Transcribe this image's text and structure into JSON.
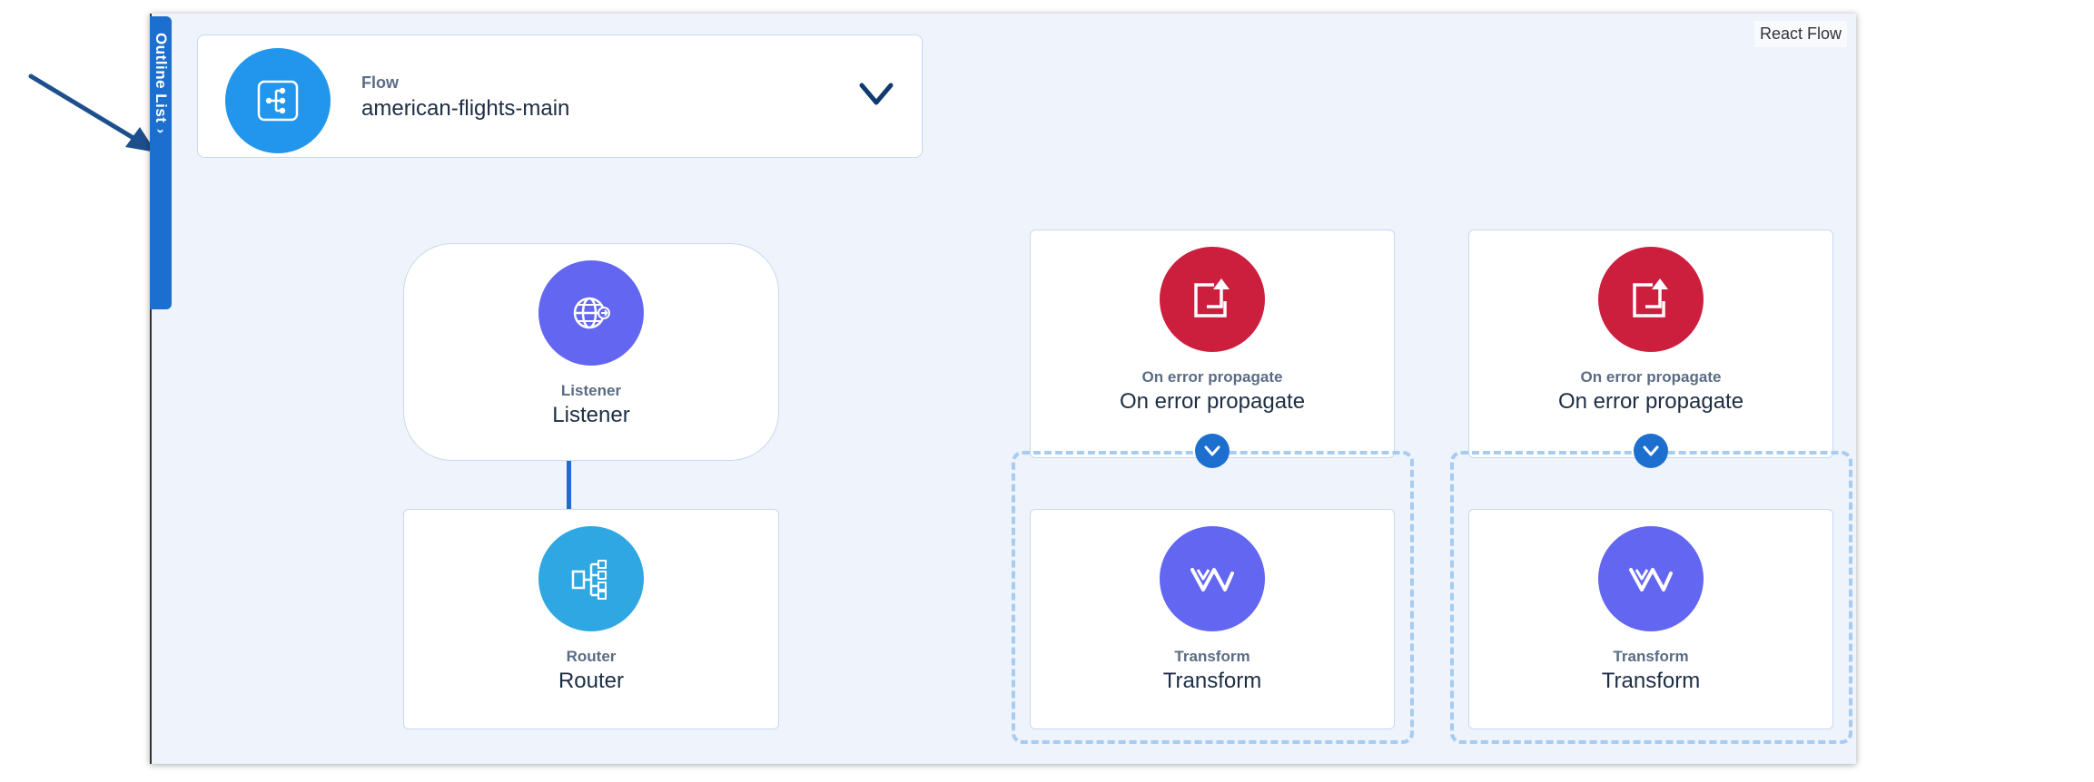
{
  "sidebar_tab": {
    "label": "Outline List",
    "chevron": "chevron-up-icon"
  },
  "attribution": "React Flow",
  "flow": {
    "kind": "Flow",
    "name": "american-flights-main",
    "icon": "flow-tree-icon"
  },
  "nodes": {
    "listener": {
      "type": "Listener",
      "name": "Listener",
      "icon": "globe-listener-icon",
      "color": "#6366f0"
    },
    "router": {
      "type": "Router",
      "name": "Router",
      "icon": "router-branch-icon",
      "color": "#2fa7e3"
    },
    "error1": {
      "type": "On error propagate",
      "name": "On error propagate",
      "icon": "error-propagate-icon",
      "color": "#cc1f3e"
    },
    "transform1": {
      "type": "Transform",
      "name": "Transform",
      "icon": "transform-icon",
      "color": "#6366f0"
    },
    "error2": {
      "type": "On error propagate",
      "name": "On error propagate",
      "icon": "error-propagate-icon",
      "color": "#cc1f3e"
    },
    "transform2": {
      "type": "Transform",
      "name": "Transform",
      "icon": "transform-icon",
      "color": "#6366f0"
    }
  },
  "colors": {
    "accent": "#1d6fcf",
    "canvas": "#eef3fc",
    "flow_icon": "#2196ec",
    "dashed_group": "#a6ccf2"
  }
}
